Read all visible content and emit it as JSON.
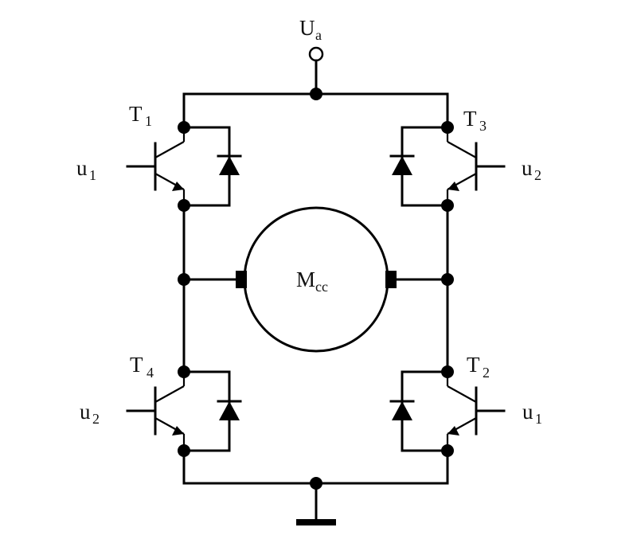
{
  "supply": {
    "label": "U",
    "sub": "a"
  },
  "motor": {
    "label": "M",
    "sub": "cc"
  },
  "transistors": [
    {
      "id": "T1",
      "label": "T",
      "sub": "1",
      "input": {
        "label": "u",
        "sub": "1"
      }
    },
    {
      "id": "T3",
      "label": "T",
      "sub": "3",
      "input": {
        "label": "u",
        "sub": "2"
      }
    },
    {
      "id": "T4",
      "label": "T",
      "sub": "4",
      "input": {
        "label": "u",
        "sub": "2"
      }
    },
    {
      "id": "T2",
      "label": "T",
      "sub": "2",
      "input": {
        "label": "u",
        "sub": "1"
      }
    }
  ],
  "ground": {
    "label": ""
  }
}
